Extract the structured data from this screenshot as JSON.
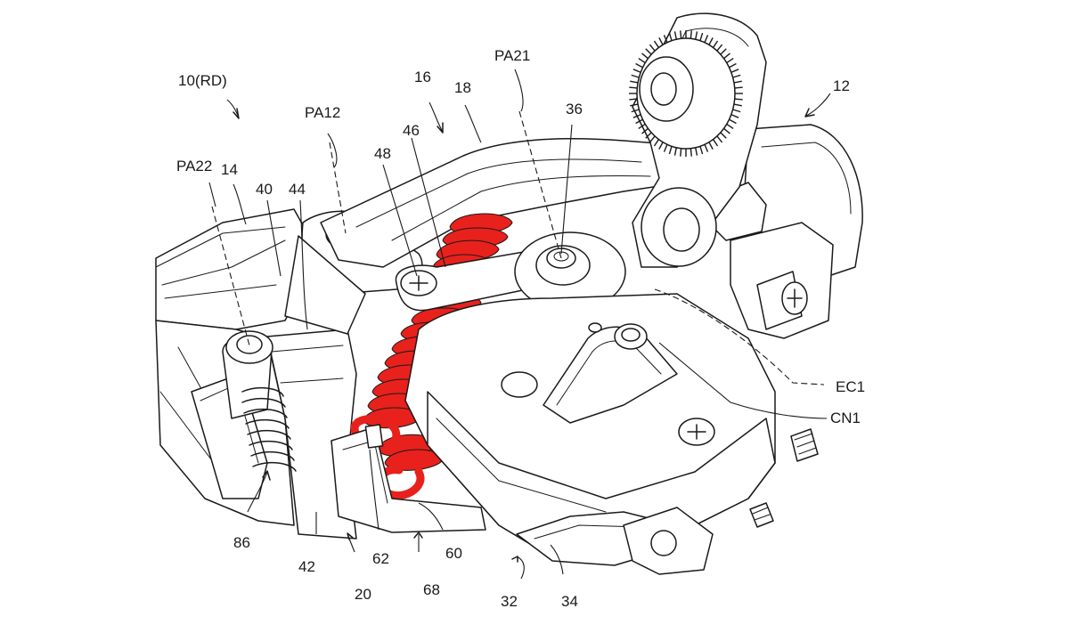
{
  "colors": {
    "line": "#1a1a1a",
    "spring": "#e8211c",
    "background": "#ffffff"
  },
  "labels": {
    "l_10rd": "10(RD)",
    "l_pa12": "PA12",
    "l_16": "16",
    "l_18": "18",
    "l_pa21": "PA21",
    "l_36": "36",
    "l_12": "12",
    "l_pa22": "PA22",
    "l_14": "14",
    "l_40": "40",
    "l_44": "44",
    "l_48": "48",
    "l_46": "46",
    "l_ec1": "EC1",
    "l_cn1": "CN1",
    "l_86": "86",
    "l_42": "42",
    "l_62": "62",
    "l_60": "60",
    "l_20": "20",
    "l_68": "68",
    "l_32": "32",
    "l_34": "34"
  }
}
